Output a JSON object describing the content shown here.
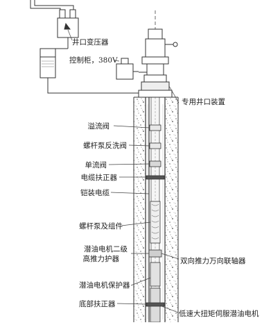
{
  "surface": {
    "transformer_label": "井口变压器",
    "cabinet_label": "控制柜，380V",
    "wellhead_label": "专用井口装置"
  },
  "left_labels": [
    {
      "text": "溢流阀"
    },
    {
      "text": "螺杆泵反洗阀"
    },
    {
      "text": "单流阀"
    },
    {
      "text": "电缆扶正器"
    },
    {
      "text": "铠装电缆"
    },
    {
      "text": "螺杆泵及组件"
    },
    {
      "text": "潜油电机二级"
    },
    {
      "text": "高推力护器"
    },
    {
      "text": "潜油电机保护器"
    },
    {
      "text": "底部扶正器"
    }
  ],
  "right_labels": [
    {
      "text": "双向推力万向联轴器"
    },
    {
      "text": "低速大扭矩伺服潜油电机"
    }
  ]
}
